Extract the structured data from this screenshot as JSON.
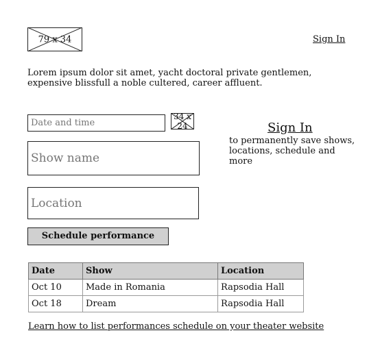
{
  "header": {
    "logo_placeholder": "79 x 34",
    "sign_in_link": "Sign In"
  },
  "intro": {
    "text": "Lorem ipsum dolor sit amet, yacht doctoral private gentlemen, expensive blissfull a noble cultered, career affluent."
  },
  "form": {
    "date_placeholder": "Date and time",
    "calendar_placeholder": "34 x 24",
    "show_placeholder": "Show name",
    "location_placeholder": "Location",
    "submit_label": "Schedule performance"
  },
  "signin_panel": {
    "title": "Sign In",
    "subtitle": "to permanently save shows, locations, schedule and more"
  },
  "table": {
    "headers": [
      "Date",
      "Show",
      "Location"
    ],
    "rows": [
      [
        "Oct 10",
        "Made in Romania",
        "Rapsodia Hall"
      ],
      [
        "Oct 18",
        "Dream",
        "Rapsodia Hall"
      ]
    ]
  },
  "footer": {
    "help_link": "Learn how to list performances schedule on your theater website"
  }
}
